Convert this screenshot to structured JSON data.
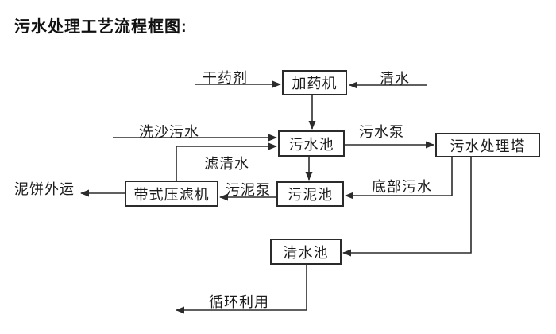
{
  "page": {
    "background_color": "#ffffff",
    "line_color": "#2b2b2b",
    "text_color": "#1c1c1c"
  },
  "title": "污水处理工艺流程框图:",
  "nodes": {
    "dosing_machine": "加药机",
    "sewage_pool": "污水池",
    "treatment_tower": "污水处理塔",
    "sludge_pool": "污泥池",
    "belt_filter_press": "带式压滤机",
    "clean_water_pool": "清水池"
  },
  "flow_labels": {
    "dry_agent": "干药剂",
    "clean_water": "清水",
    "sand_washing_sewage": "洗沙污水",
    "filtered_water": "滤清水",
    "sewage_pump": "污水泵",
    "bottom_sewage": "底部污水",
    "sludge_pump": "污泥泵",
    "mud_cake_out": "泥饼外运",
    "recycling": "循环利用"
  }
}
